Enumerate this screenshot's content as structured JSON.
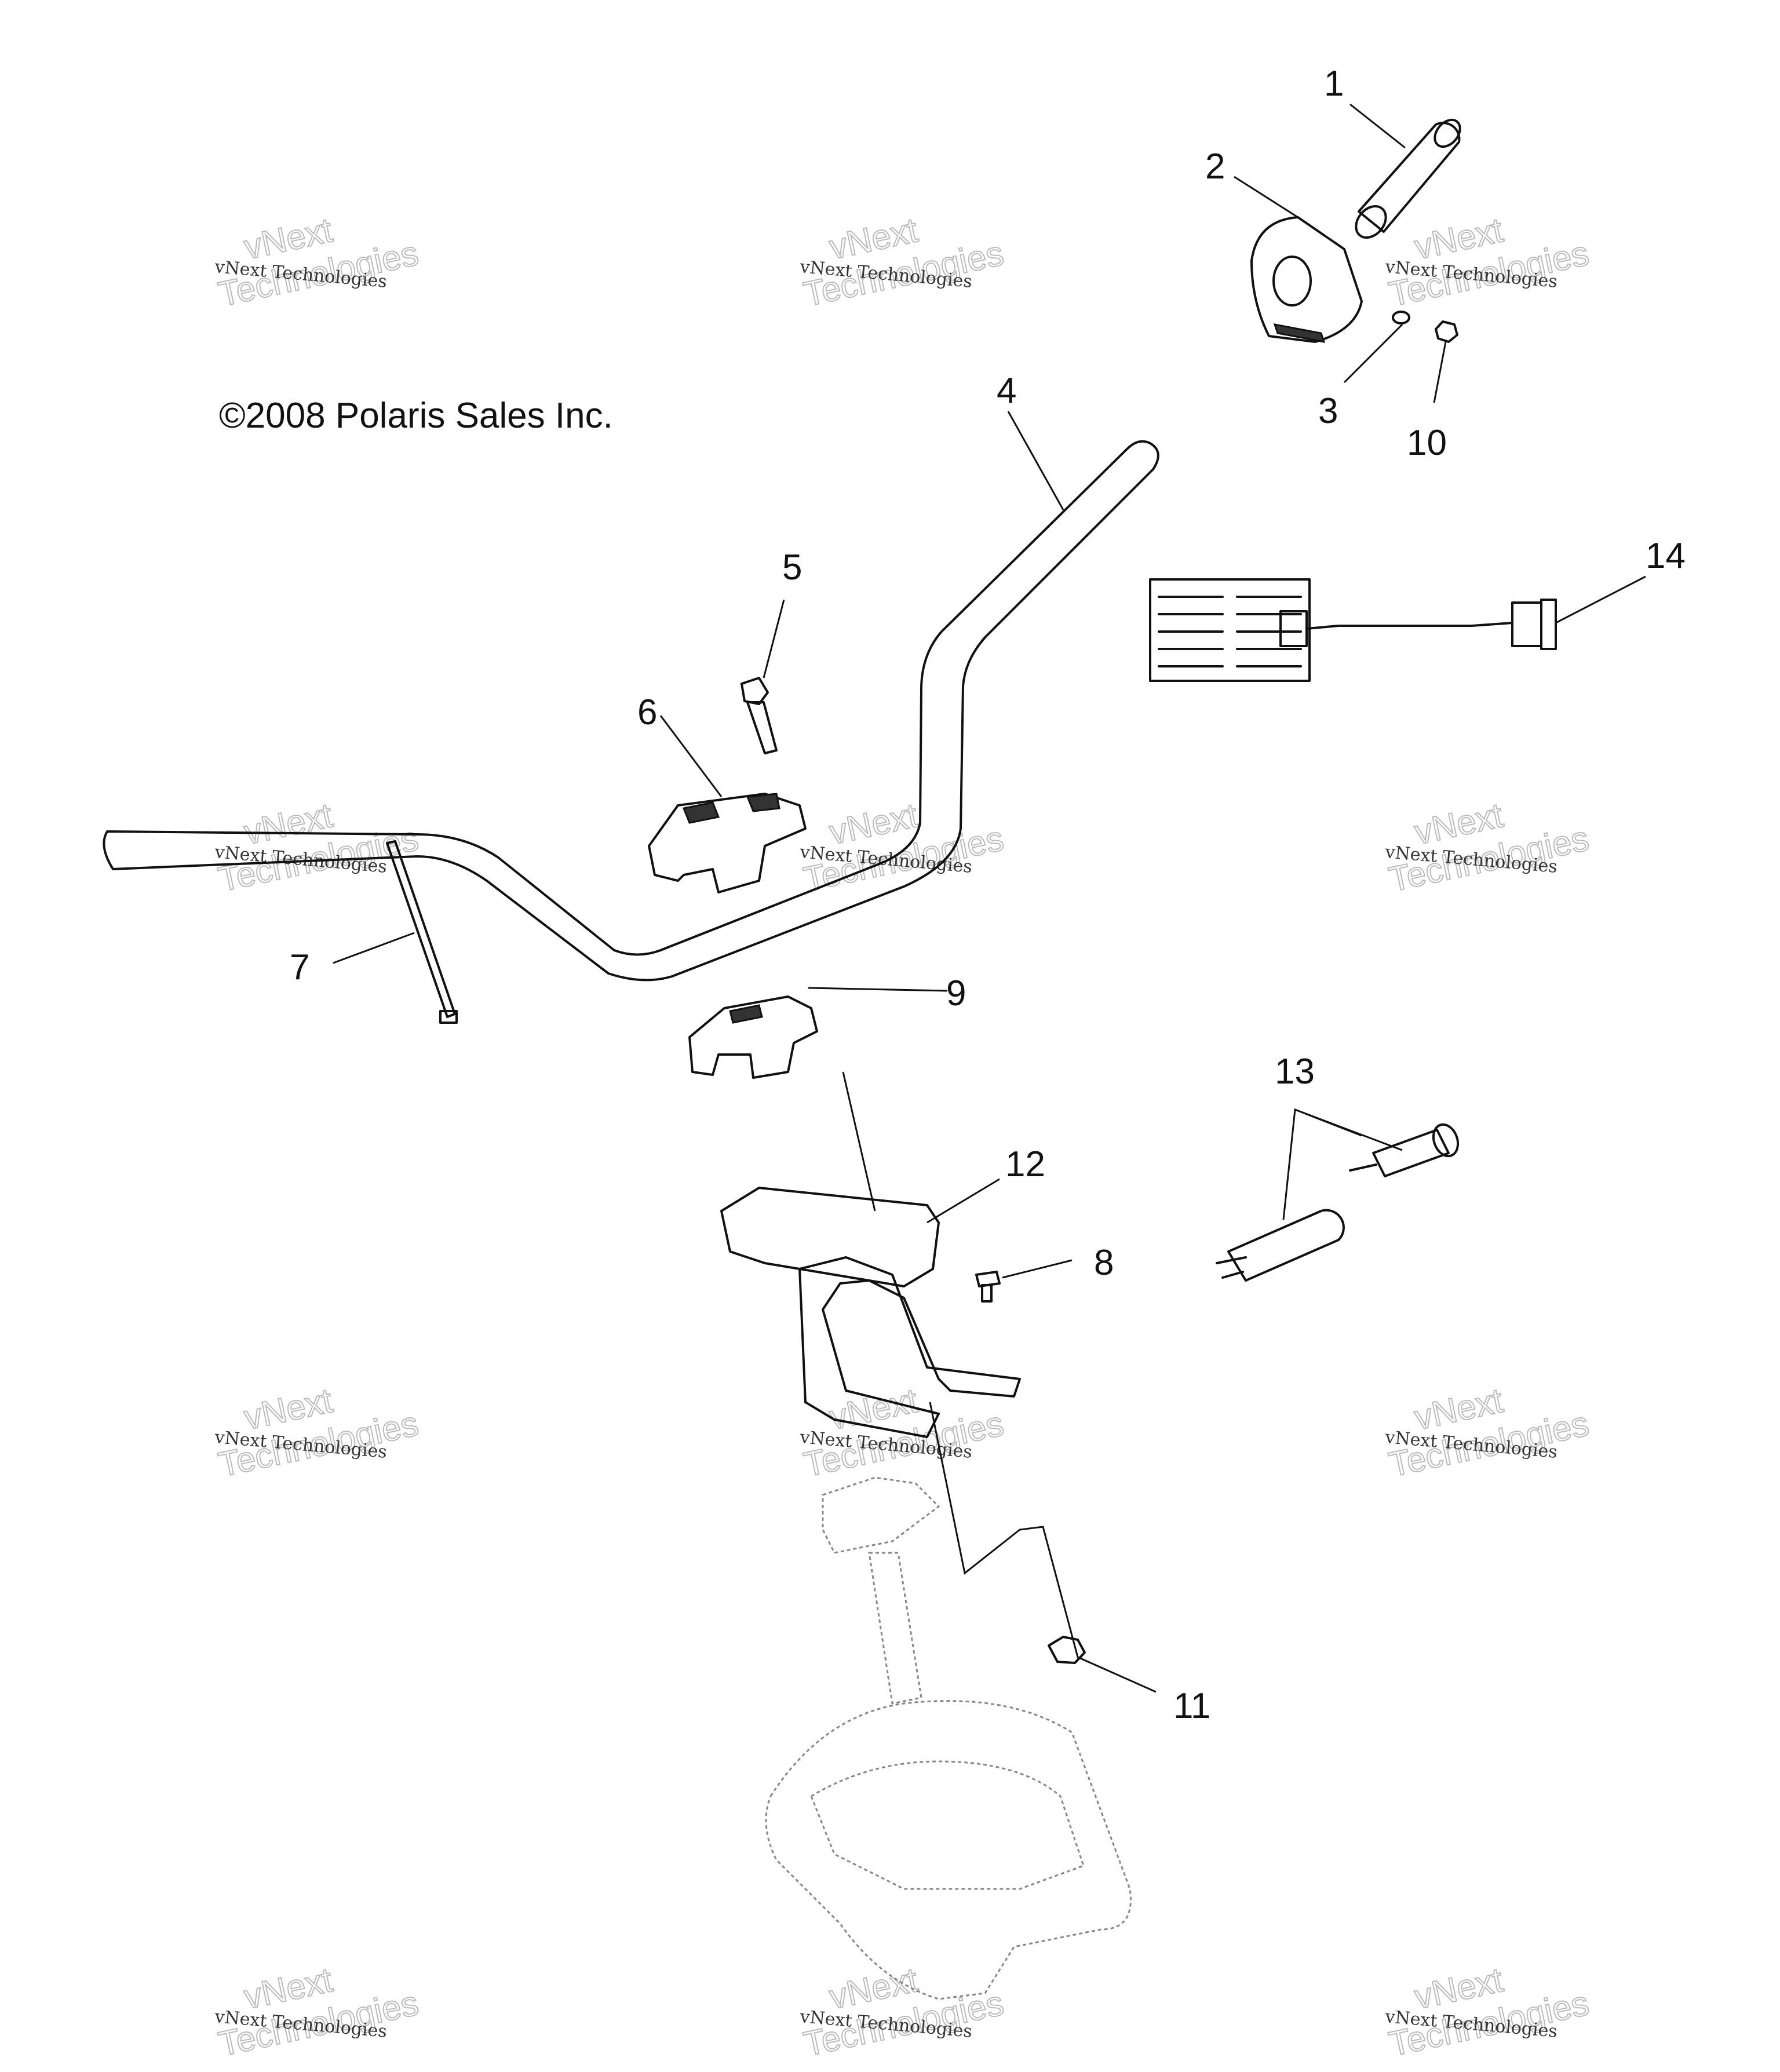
{
  "copyright": "©2008 Polaris Sales Inc.",
  "watermark": {
    "line1": "vNext Technologies",
    "line2": "vNext",
    "line3": "Technologies"
  },
  "callouts": {
    "c1": "1",
    "c2": "2",
    "c3": "3",
    "c4": "4",
    "c5": "5",
    "c6": "6",
    "c7": "7",
    "c8": "8",
    "c9": "9",
    "c10": "10",
    "c11": "11",
    "c12": "12",
    "c13": "13",
    "c14": "14"
  },
  "parts": {
    "p1": "grip",
    "p2": "throttle-housing",
    "p3": "screw",
    "p4": "handlebar",
    "p5": "bolt",
    "p6": "upper-clamp",
    "p7": "cable-tie",
    "p8": "screw",
    "p9": "lower-clamp",
    "p10": "nut",
    "p11": "nut",
    "p12": "handlebar-bracket",
    "p13": "grip-heater-pair",
    "p14": "heater-element"
  }
}
